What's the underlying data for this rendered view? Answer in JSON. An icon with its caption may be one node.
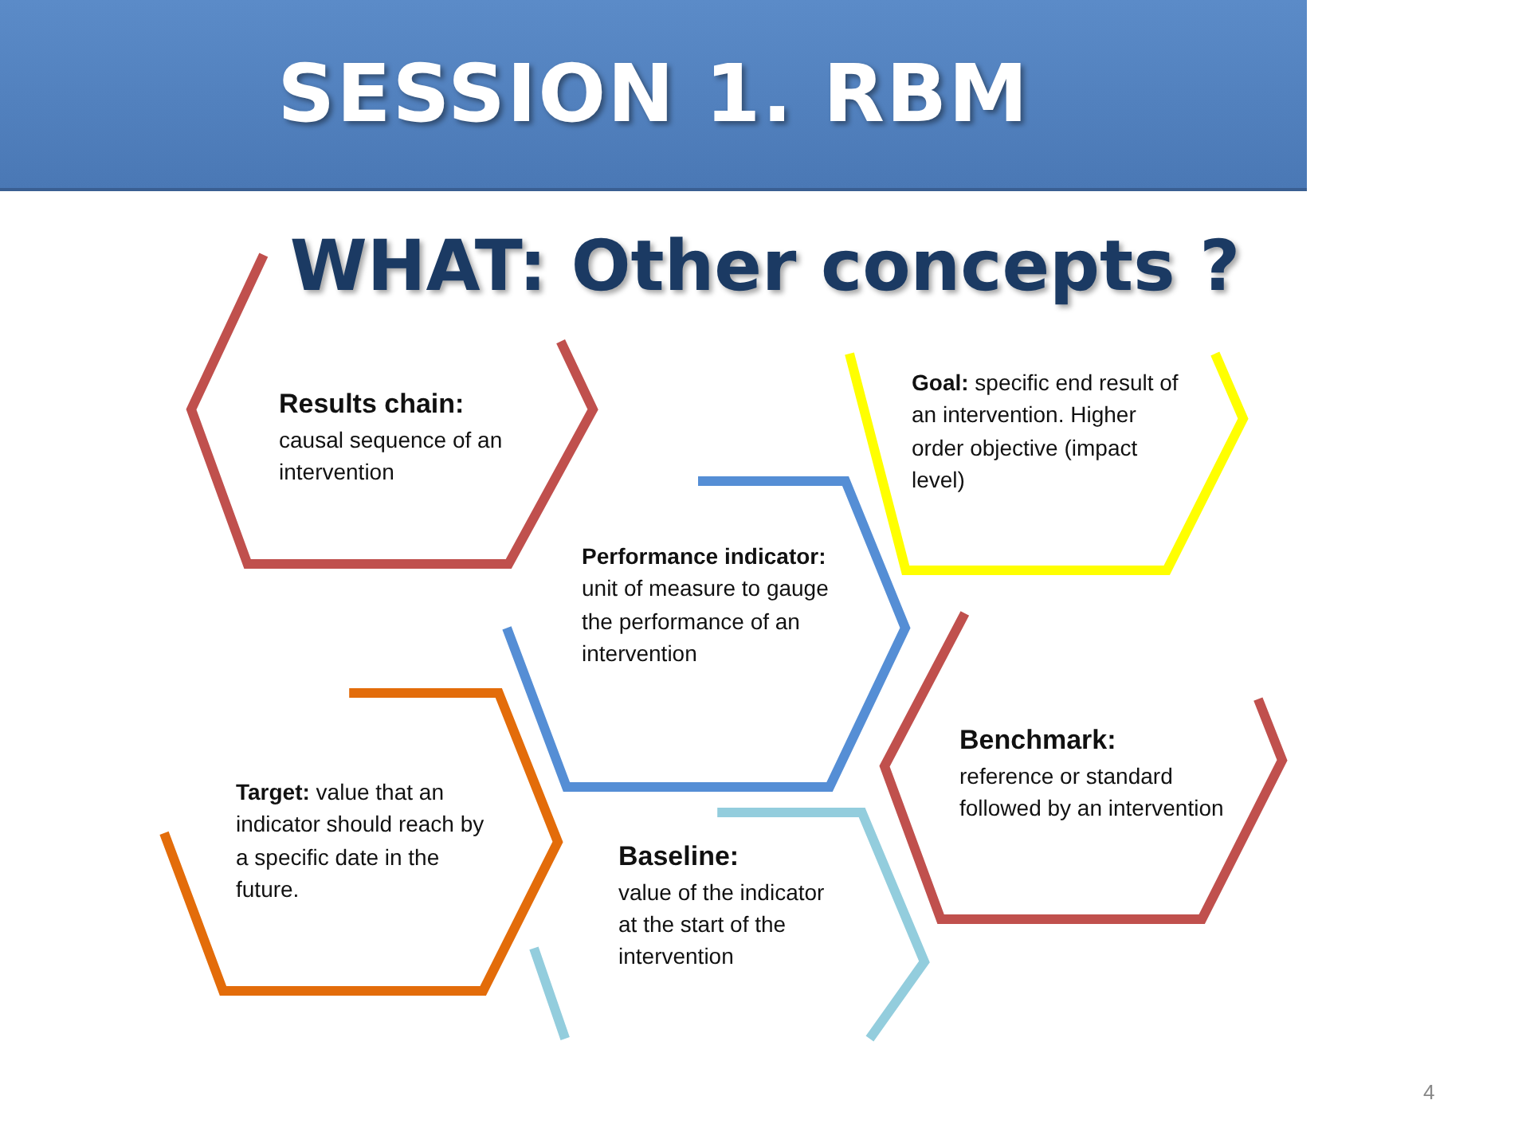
{
  "diagram": {
    "title": "SESSION 1. RBM",
    "nodes": [
      {
        "text": [
          "Results chain:",
          "causal sequence of an intervention"
        ]
      },
      {
        "text": [
          "**Performance indicator:** unit of measure to gauge the performance of an intervention"
        ]
      },
      {
        "text": [
          "**Goal:** specific end result of an intervention. Higher order objective (impact level)"
        ]
      },
      {
        "text": [
          "Benchmark:",
          "reference or standard followed by an intervention"
        ]
      },
      {
        "text": [
          "**Target:** value that an indicator should reach by a specific date in the future."
        ]
      },
      {
        "text": [
          "Baseline:",
          "value of the indicator at the start of the intervention"
        ]
      }
    ],
    "labels": [
      "WHAT: Other concepts ?",
      "4"
    ]
  }
}
